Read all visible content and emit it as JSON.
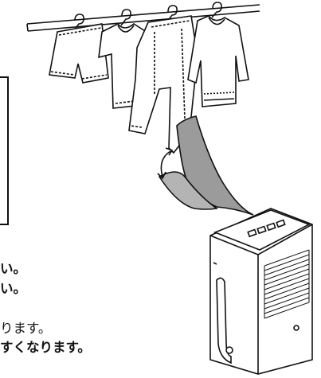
{
  "text_lines": {
    "line1": "い。",
    "line2": "い。",
    "line3": "ります。",
    "line4": "すくなります。"
  }
}
